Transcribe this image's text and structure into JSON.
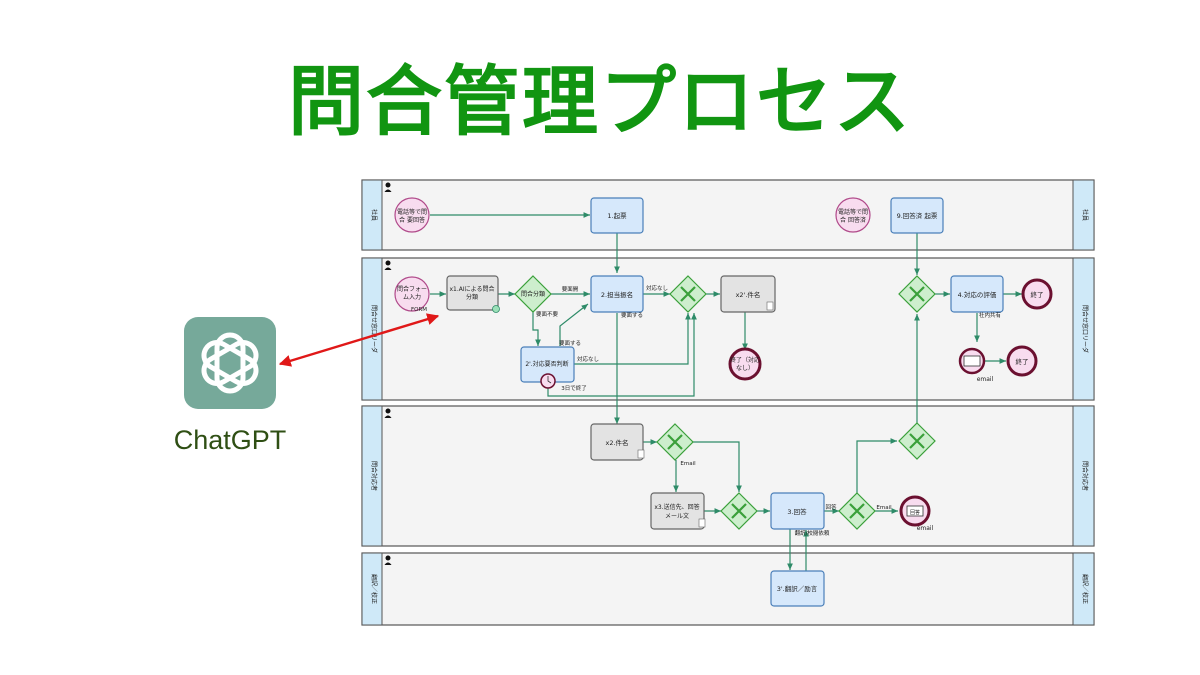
{
  "title": "問合管理プロセス",
  "chatgpt": {
    "label": "ChatGPT",
    "icon": "openai-logo-icon"
  },
  "lanes": {
    "lane1": "社員",
    "lane2": "問合せ窓口リーダ",
    "lane3": "問合対応者",
    "lane4": "翻訳／校正"
  },
  "nodes": {
    "start_phone1": [
      "電話等で問",
      "合 要回答"
    ],
    "task_1": "1.起票",
    "start_phone2": [
      "電話等で問",
      "合 回答済"
    ],
    "task_9": "9.回答済 起票",
    "start_form": [
      "問合フォー",
      "ム入力"
    ],
    "start_form_sub": "FORM",
    "task_x1": [
      "x1.AIによる問合",
      "分類"
    ],
    "gw_classify": "問合分類",
    "task_2": "2.担当振名",
    "task_x2dash": "x2'.件名",
    "end_nores": [
      "終了（対応",
      "なし）"
    ],
    "task_2dash": "2'.対応要否判断",
    "timer_label": "3日で終了",
    "task_4": "4.対応の評価",
    "end_1": "終了",
    "end_2": "終了",
    "msg_share": "社内共有",
    "task_x2": "x2.件名",
    "task_x3": [
      "x3.送信先、回答",
      "メール文"
    ],
    "task_3": "3.回答",
    "end_email_label": "email",
    "end_email_mid": "回答",
    "task_3dash": "3'.翻訳／励言"
  },
  "edge_labels": {
    "e_need": "要面開",
    "e_unneeded": "要面不要",
    "e_noresp": "対応なし",
    "e_noresp2": "対応なし",
    "e_do": "要面する",
    "e_do2": "要面する",
    "e_email1": "Email",
    "e_email2": "Email",
    "e_answer": "回答",
    "e_translate": "翻訳/校閲依頼",
    "e_share": "社内共有"
  },
  "colors": {
    "title": "#119511",
    "task_fill": "#d6e8fb",
    "task_stroke": "#4a7fb9",
    "manual_fill": "#e3e3e3",
    "event_fill": "#f8dcef",
    "end_stroke": "#6b1030",
    "gateway_fill": "#cdeecd",
    "gateway_stroke": "#3aa03a",
    "flow": "#2e8b68",
    "lane_header": "#cfe9f8",
    "arrow": "#e01818",
    "gpt_bg": "#76a99a"
  }
}
